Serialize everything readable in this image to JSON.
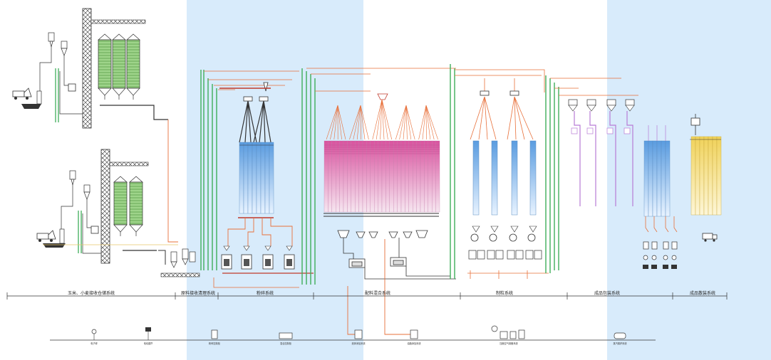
{
  "diagram": {
    "sections": [
      {
        "id": "receiving",
        "label": "玉米、小麦接收仓储系统"
      },
      {
        "id": "cleaning",
        "label": "原料接收清理系统"
      },
      {
        "id": "grinding",
        "label": "粉碎系统"
      },
      {
        "id": "batching",
        "label": "配料混合系统"
      },
      {
        "id": "pelleting",
        "label": "制粒系统"
      },
      {
        "id": "packing",
        "label": "成品包装系统"
      },
      {
        "id": "bulk",
        "label": "成品散装系统"
      }
    ],
    "legend": [
      {
        "id": "l1",
        "label": "电子秤"
      },
      {
        "id": "l2",
        "label": "电动葫芦"
      },
      {
        "id": "l3",
        "label": "粉碎控制柜"
      },
      {
        "id": "l4",
        "label": "混合控制柜"
      },
      {
        "id": "l5",
        "label": "液体添加系统"
      },
      {
        "id": "l6",
        "label": "油脂添加系统"
      },
      {
        "id": "l7",
        "label": "压缩空气制备系统"
      },
      {
        "id": "l8",
        "label": "蒸汽锅炉系统"
      }
    ],
    "colors": {
      "blue_zone": "#d8ebfb",
      "silo_green": "#8fcf7a",
      "elevator_green": "#3fae5a",
      "conveyor_orange": "#e8703a",
      "bin_blue": "#7fb5e8",
      "bin_pink": "#e59ac6",
      "bin_purple": "#b77bd6",
      "bin_yellow": "#f1dc7a",
      "line_dark": "#333333"
    }
  }
}
